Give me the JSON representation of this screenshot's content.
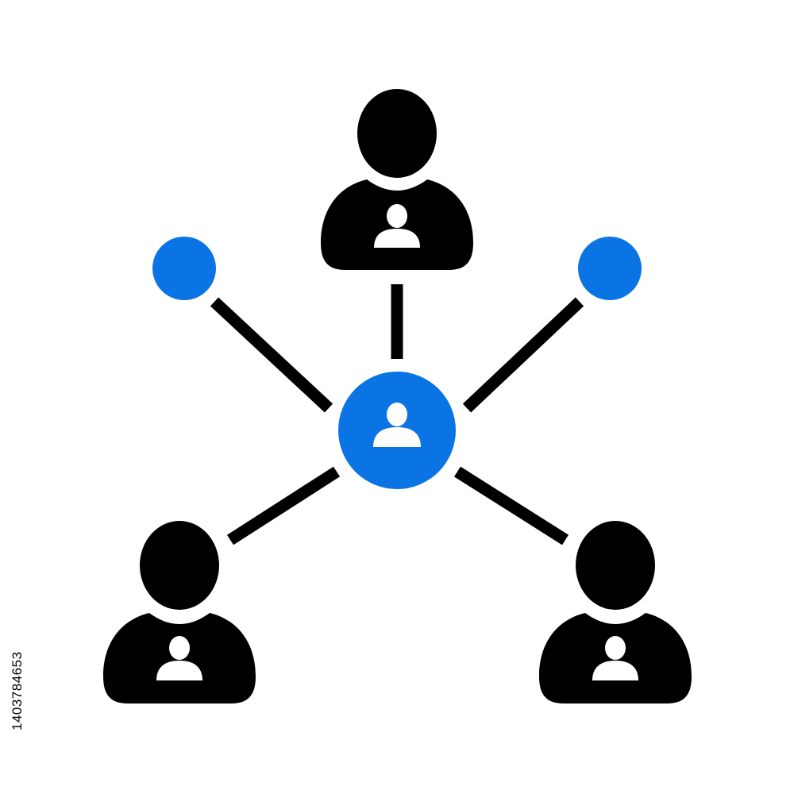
{
  "icon": {
    "name": "network-team-icon",
    "colors": {
      "primary": "#000000",
      "accent": "#0A74E5",
      "background": "#ffffff",
      "inner": "#ffffff"
    },
    "people": [
      {
        "role": "top-person",
        "icon": "person-icon"
      },
      {
        "role": "bottom-left-person",
        "icon": "person-icon"
      },
      {
        "role": "bottom-right-person",
        "icon": "person-icon"
      }
    ],
    "center": {
      "role": "center-person",
      "icon": "user-circle-icon"
    },
    "nodes": [
      {
        "role": "left-node",
        "icon": "dot-icon"
      },
      {
        "role": "right-node",
        "icon": "dot-icon"
      }
    ]
  },
  "watermark": {
    "stock_id": "1403784653"
  }
}
